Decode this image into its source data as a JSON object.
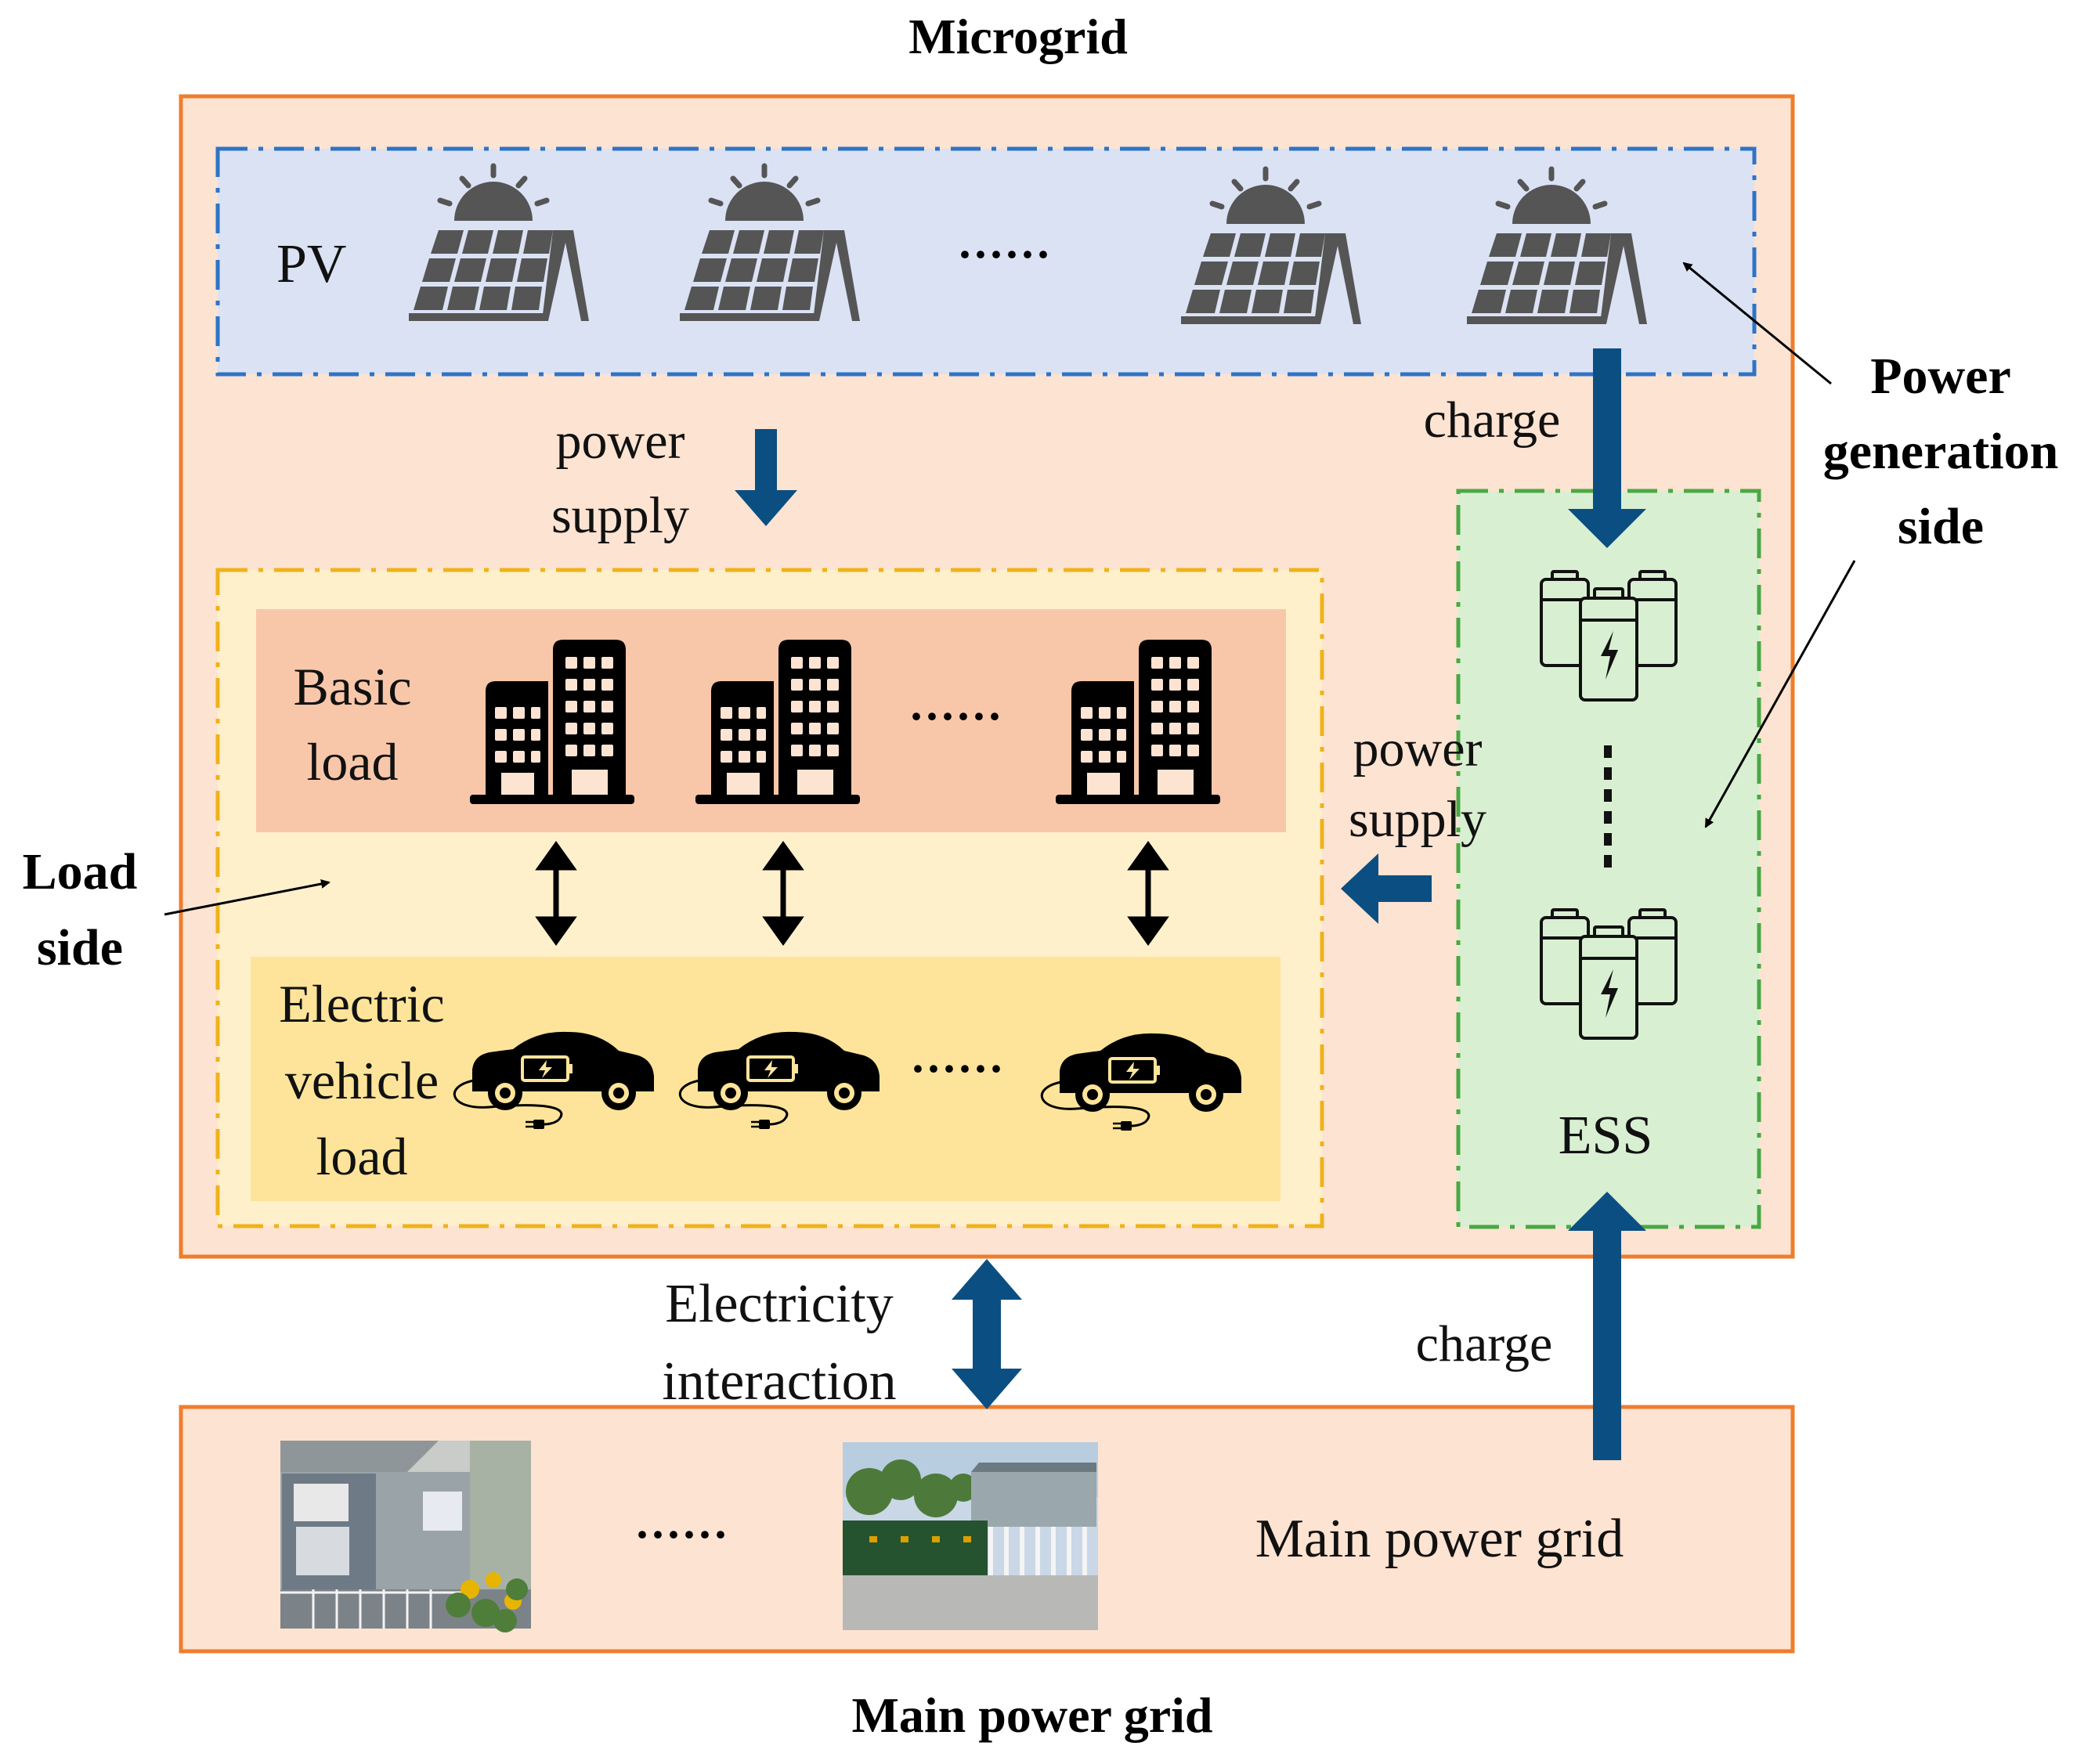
{
  "titles": {
    "top": "Microgrid",
    "bottom": "Main power grid"
  },
  "side_labels": {
    "power_generation": [
      "Power",
      "generation",
      "side"
    ],
    "load": [
      "Load",
      "side"
    ]
  },
  "pv": {
    "label": "PV",
    "ellipsis": "······"
  },
  "basic_load": {
    "label": [
      "Basic",
      "load"
    ],
    "ellipsis": "······"
  },
  "ev_load": {
    "label": [
      "Electric",
      "vehicle",
      "load"
    ],
    "ellipsis": "······"
  },
  "ess": {
    "label": "ESS",
    "ellipsis": "⋮"
  },
  "main_grid": {
    "label": "Main power grid",
    "ellipsis": "······"
  },
  "arrows": {
    "pv_to_load": [
      "power",
      "supply"
    ],
    "pv_to_ess": "charge",
    "ess_to_load": [
      "power",
      "supply"
    ],
    "grid_exchange": [
      "Electricity",
      "interaction"
    ],
    "grid_to_ess": "charge"
  },
  "colors": {
    "microgrid_bg": "#fde3d2",
    "microgrid_border": "#ef7d2c",
    "pv_bg": "#dbe2f4",
    "pv_border": "#2d74c6",
    "load_bg": "#fff0cc",
    "load_border": "#f0b21a",
    "basic_load_bg": "#f8c7a9",
    "ev_bg": "#fde49a",
    "ess_bg": "#d9efd2",
    "ess_border": "#4aa844",
    "arrow_blue": "#0b4f82",
    "main_grid_bg": "#fde3d2"
  },
  "icons": {
    "pv_panel": "solar-panel-icon",
    "building": "building-icon",
    "ev": "electric-car-icon",
    "battery": "battery-bank-icon",
    "photo_substation": "substation-photo",
    "photo_transformer": "transformer-yard-photo"
  }
}
